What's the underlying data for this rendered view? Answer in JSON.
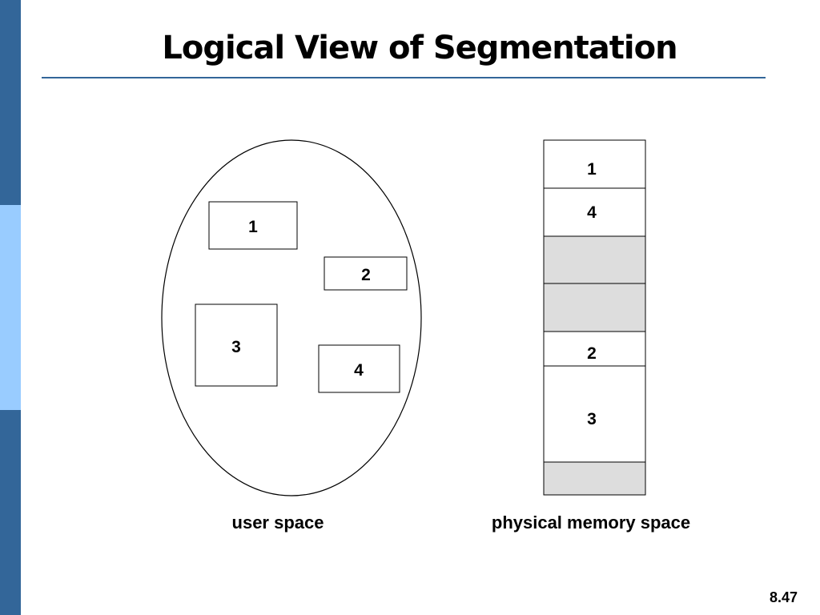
{
  "title": "Logical View of Segmentation",
  "user_space": {
    "caption": "user space",
    "segments": [
      "1",
      "2",
      "3",
      "4"
    ]
  },
  "physical_memory": {
    "caption": "physical memory space",
    "blocks": [
      {
        "label": "1",
        "state": "allocated"
      },
      {
        "label": "4",
        "state": "allocated"
      },
      {
        "label": "",
        "state": "free"
      },
      {
        "label": "",
        "state": "free"
      },
      {
        "label": "2",
        "state": "allocated"
      },
      {
        "label": "3",
        "state": "allocated"
      },
      {
        "label": "",
        "state": "free"
      }
    ]
  },
  "page_number": "8.47",
  "colors": {
    "accent": "#336699",
    "accent_light": "#99ccff",
    "free_block": "#dddddd"
  }
}
